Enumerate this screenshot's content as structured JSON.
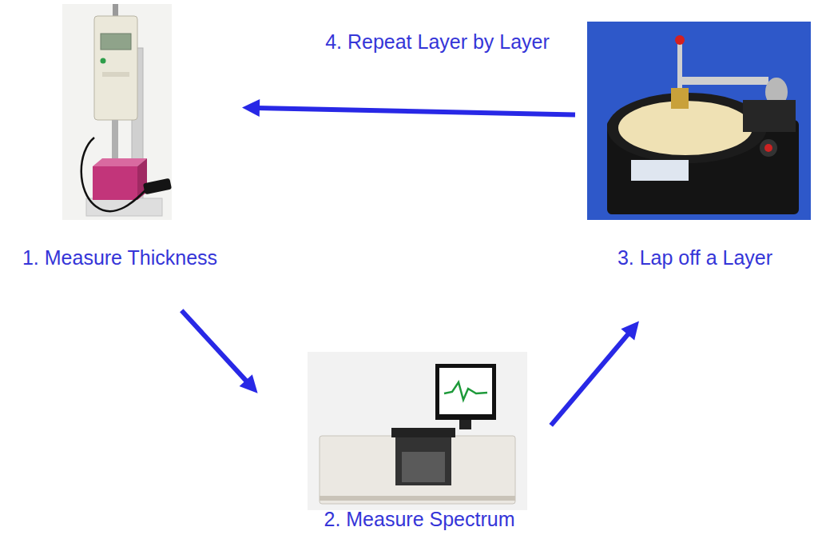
{
  "diagram": {
    "nodes": [
      {
        "text": [
          "1. Measure Thickness"
        ]
      },
      {
        "text": [
          "3. Lap off a Layer"
        ]
      },
      {
        "text": [
          "2. Measure Spectrum"
        ]
      }
    ],
    "edges": [
      {
        "from": 0,
        "to": 2,
        "arrow": "to"
      },
      {
        "from": 2,
        "to": 1,
        "arrow": "to"
      },
      {
        "from": 1,
        "to": 0,
        "arrow": "to",
        "label": "4. Repeat Layer by Layer"
      }
    ]
  }
}
